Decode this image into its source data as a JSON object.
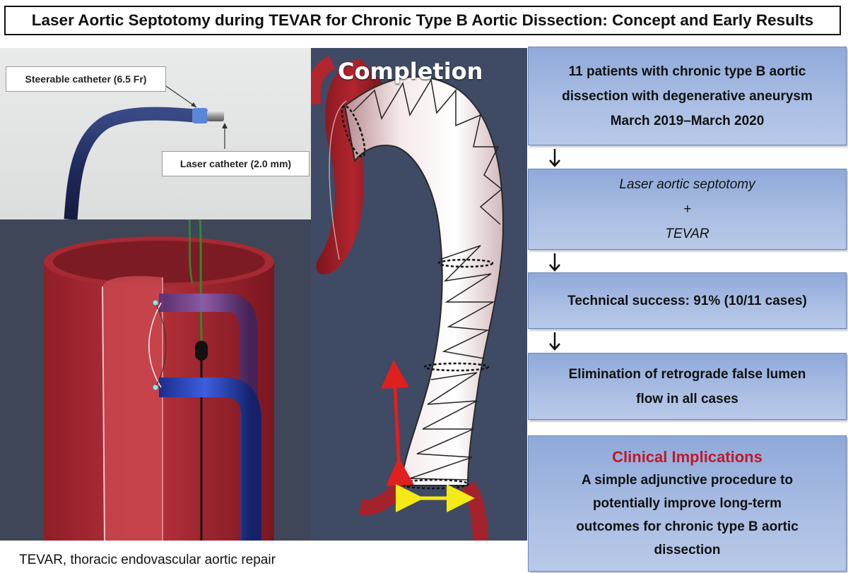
{
  "title": "Laser Aortic Septotomy during TEVAR for Chronic Type B Aortic Dissection: Concept and Early Results",
  "photo": {
    "steerable_label": "Steerable catheter (6.5 Fr)",
    "laser_label": "Laser catheter (2.0 mm)"
  },
  "completion": {
    "label": "Completion"
  },
  "flow": [
    {
      "lines": [
        "11 patients with chronic type B aortic",
        "dissection with degenerative aneurysm",
        "March 2019–March 2020"
      ]
    },
    {
      "lines": [
        "Laser aortic septotomy",
        "+",
        "TEVAR"
      ]
    },
    {
      "lines": [
        "Technical success: 91% (10/11 cases)"
      ]
    },
    {
      "lines": [
        "Elimination of retrograde false lumen",
        "flow in all cases"
      ]
    }
  ],
  "implications": {
    "heading": "Clinical Implications",
    "lines": [
      "A simple adjunctive procedure to",
      "potentially improve long-term",
      "outcomes for chronic type B aortic",
      "dissection"
    ]
  },
  "footnote": "TEVAR, thoracic endovascular aortic repair",
  "colors": {
    "flow_box": "#a9bde3",
    "heading_red": "#c0182a",
    "background_dark": "#3f4a64"
  }
}
